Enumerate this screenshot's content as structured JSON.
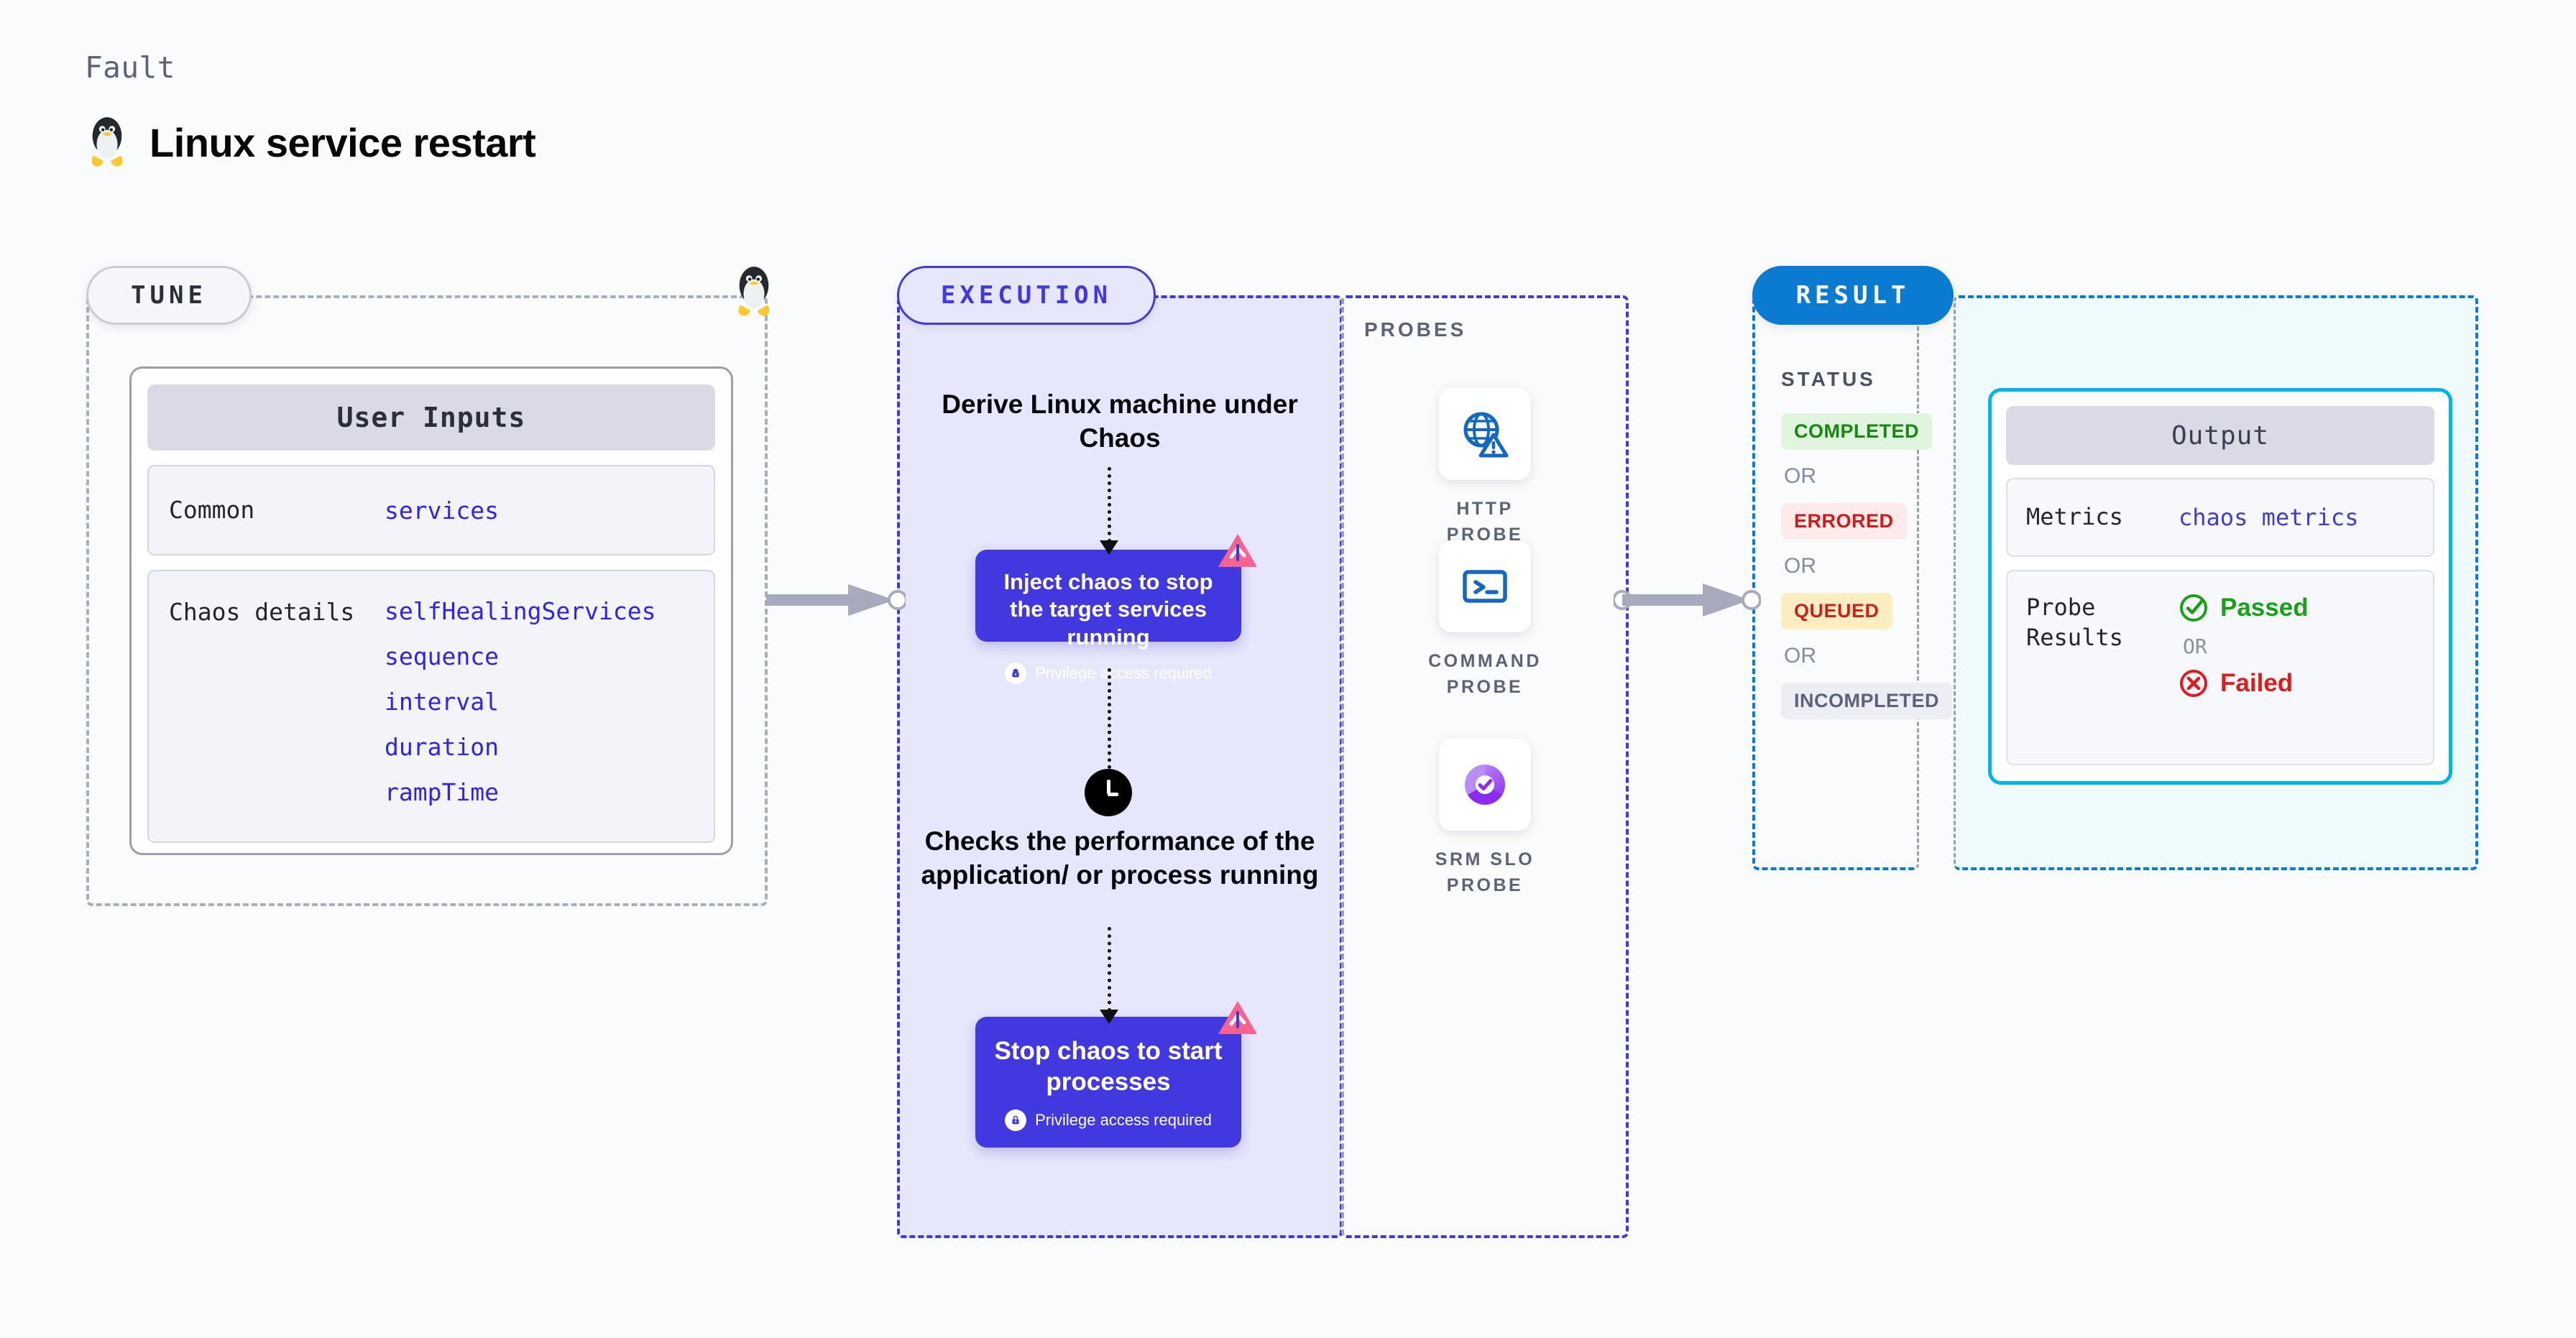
{
  "header": {
    "kicker": "Fault",
    "title": "Linux service restart",
    "icon": "tux-penguin-icon"
  },
  "tune": {
    "pill_label": "TUNE",
    "icon": "tux-penguin-icon",
    "card": {
      "header": "User Inputs",
      "rows": [
        {
          "key": "Common",
          "values": [
            "services"
          ]
        },
        {
          "key": "Chaos details",
          "values": [
            "selfHealingServices",
            "sequence",
            "interval",
            "duration",
            "rampTime"
          ]
        }
      ]
    }
  },
  "execution": {
    "pill_label": "EXECUTION",
    "step_1_text": "Derive Linux machine under Chaos",
    "step_2_text": "Checks the performance of the application/ or process running",
    "clock_icon": "clock-icon",
    "cards": [
      {
        "title": "Inject chaos to stop the target services running",
        "note": "Privilege access required",
        "badge": "harness-triangle-badge"
      },
      {
        "title": "Stop chaos to start processes",
        "note": "Privilege access required",
        "badge": "harness-triangle-badge"
      }
    ]
  },
  "probes": {
    "label": "PROBES",
    "items": [
      {
        "name": "HTTP PROBE",
        "icon": "globe-warning-icon"
      },
      {
        "name": "COMMAND PROBE",
        "icon": "terminal-icon"
      },
      {
        "name": "SRM SLO PROBE",
        "icon": "slo-donut-check-icon"
      }
    ]
  },
  "result": {
    "pill_label": "RESULT",
    "status_label": "STATUS",
    "or_label": "OR",
    "statuses": [
      {
        "label": "COMPLETED",
        "bg": "#dff5dd",
        "fg": "#18870f"
      },
      {
        "label": "ERRORED",
        "bg": "#fdeaea",
        "fg": "#d01919"
      },
      {
        "label": "QUEUED",
        "bg": "#fdeec2",
        "fg": "#cc1f1f"
      },
      {
        "label": "INCOMPLETED",
        "bg": "#eceef4",
        "fg": "#5c6378"
      }
    ],
    "output": {
      "header": "Output",
      "metrics_key": "Metrics",
      "metrics_value": "chaos metrics",
      "probe_key": "Probe Results",
      "passed_label": "Passed",
      "failed_label": "Failed",
      "or_label": "OR",
      "passed_icon": "check-circle-icon",
      "failed_icon": "x-circle-icon"
    }
  },
  "connectors": {
    "arrow_1": "arrow-tune-to-execution",
    "arrow_2": "arrow-execution-to-result"
  },
  "colors": {
    "purple": "#4238e0",
    "blue": "#0a7bd1",
    "cyan": "#00b4e6",
    "pink": "#f8628f",
    "green": "#18870f",
    "red": "#d01919"
  }
}
